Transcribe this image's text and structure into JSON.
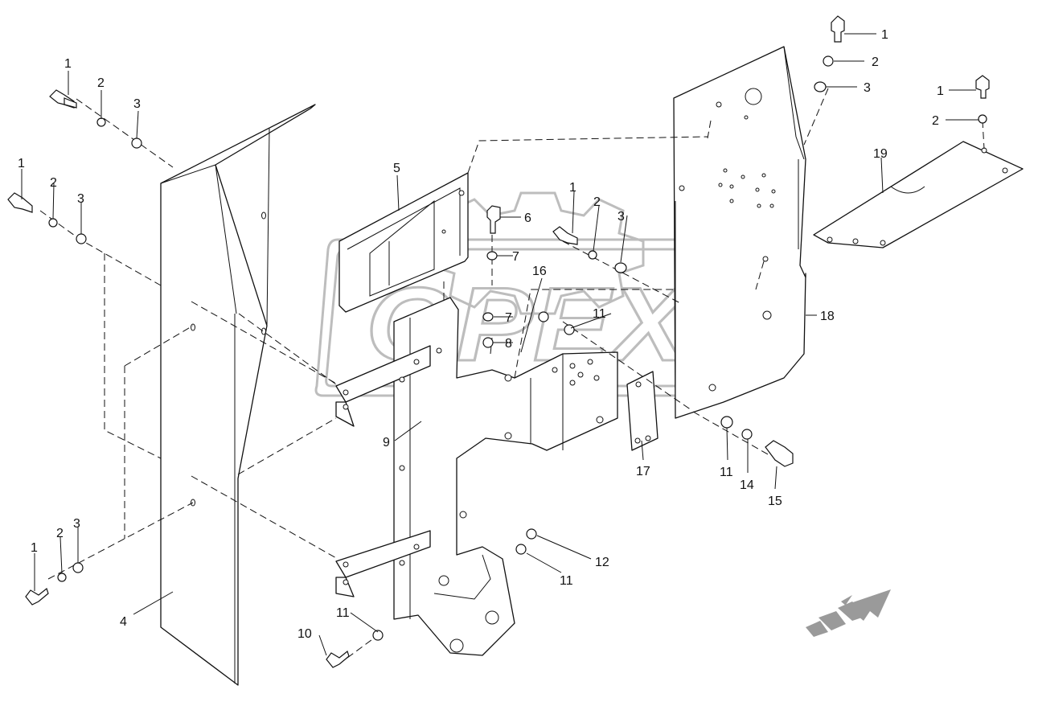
{
  "watermark": "OPEX",
  "callouts": [
    {
      "id": "c-1-topleft",
      "text": "1"
    },
    {
      "id": "c-2-topleft",
      "text": "2"
    },
    {
      "id": "c-3-topleft",
      "text": "3"
    },
    {
      "id": "c-1-midleft",
      "text": "1"
    },
    {
      "id": "c-2-midleft",
      "text": "2"
    },
    {
      "id": "c-3-midleft",
      "text": "3"
    },
    {
      "id": "c-1-botleft",
      "text": "1"
    },
    {
      "id": "c-2-botleft",
      "text": "2"
    },
    {
      "id": "c-3-botleft",
      "text": "3"
    },
    {
      "id": "c-4",
      "text": "4"
    },
    {
      "id": "c-5",
      "text": "5"
    },
    {
      "id": "c-6",
      "text": "6"
    },
    {
      "id": "c-7-upper",
      "text": "7"
    },
    {
      "id": "c-7-lower",
      "text": "7"
    },
    {
      "id": "c-8",
      "text": "8"
    },
    {
      "id": "c-9",
      "text": "9"
    },
    {
      "id": "c-10",
      "text": "10"
    },
    {
      "id": "c-11-bottom",
      "text": "11"
    },
    {
      "id": "c-11-center",
      "text": "11"
    },
    {
      "id": "c-11-right",
      "text": "11"
    },
    {
      "id": "c-11-lowright",
      "text": "11"
    },
    {
      "id": "c-12",
      "text": "12"
    },
    {
      "id": "c-14",
      "text": "14"
    },
    {
      "id": "c-15",
      "text": "15"
    },
    {
      "id": "c-16",
      "text": "16"
    },
    {
      "id": "c-17",
      "text": "17"
    },
    {
      "id": "c-18",
      "text": "18"
    },
    {
      "id": "c-19",
      "text": "19"
    },
    {
      "id": "c-1-center",
      "text": "1"
    },
    {
      "id": "c-2-center",
      "text": "2"
    },
    {
      "id": "c-3-center",
      "text": "3"
    },
    {
      "id": "c-1-topright",
      "text": "1"
    },
    {
      "id": "c-2-topright",
      "text": "2"
    },
    {
      "id": "c-3-topright",
      "text": "3"
    },
    {
      "id": "c-1-farright",
      "text": "1"
    },
    {
      "id": "c-2-farright",
      "text": "2"
    }
  ]
}
